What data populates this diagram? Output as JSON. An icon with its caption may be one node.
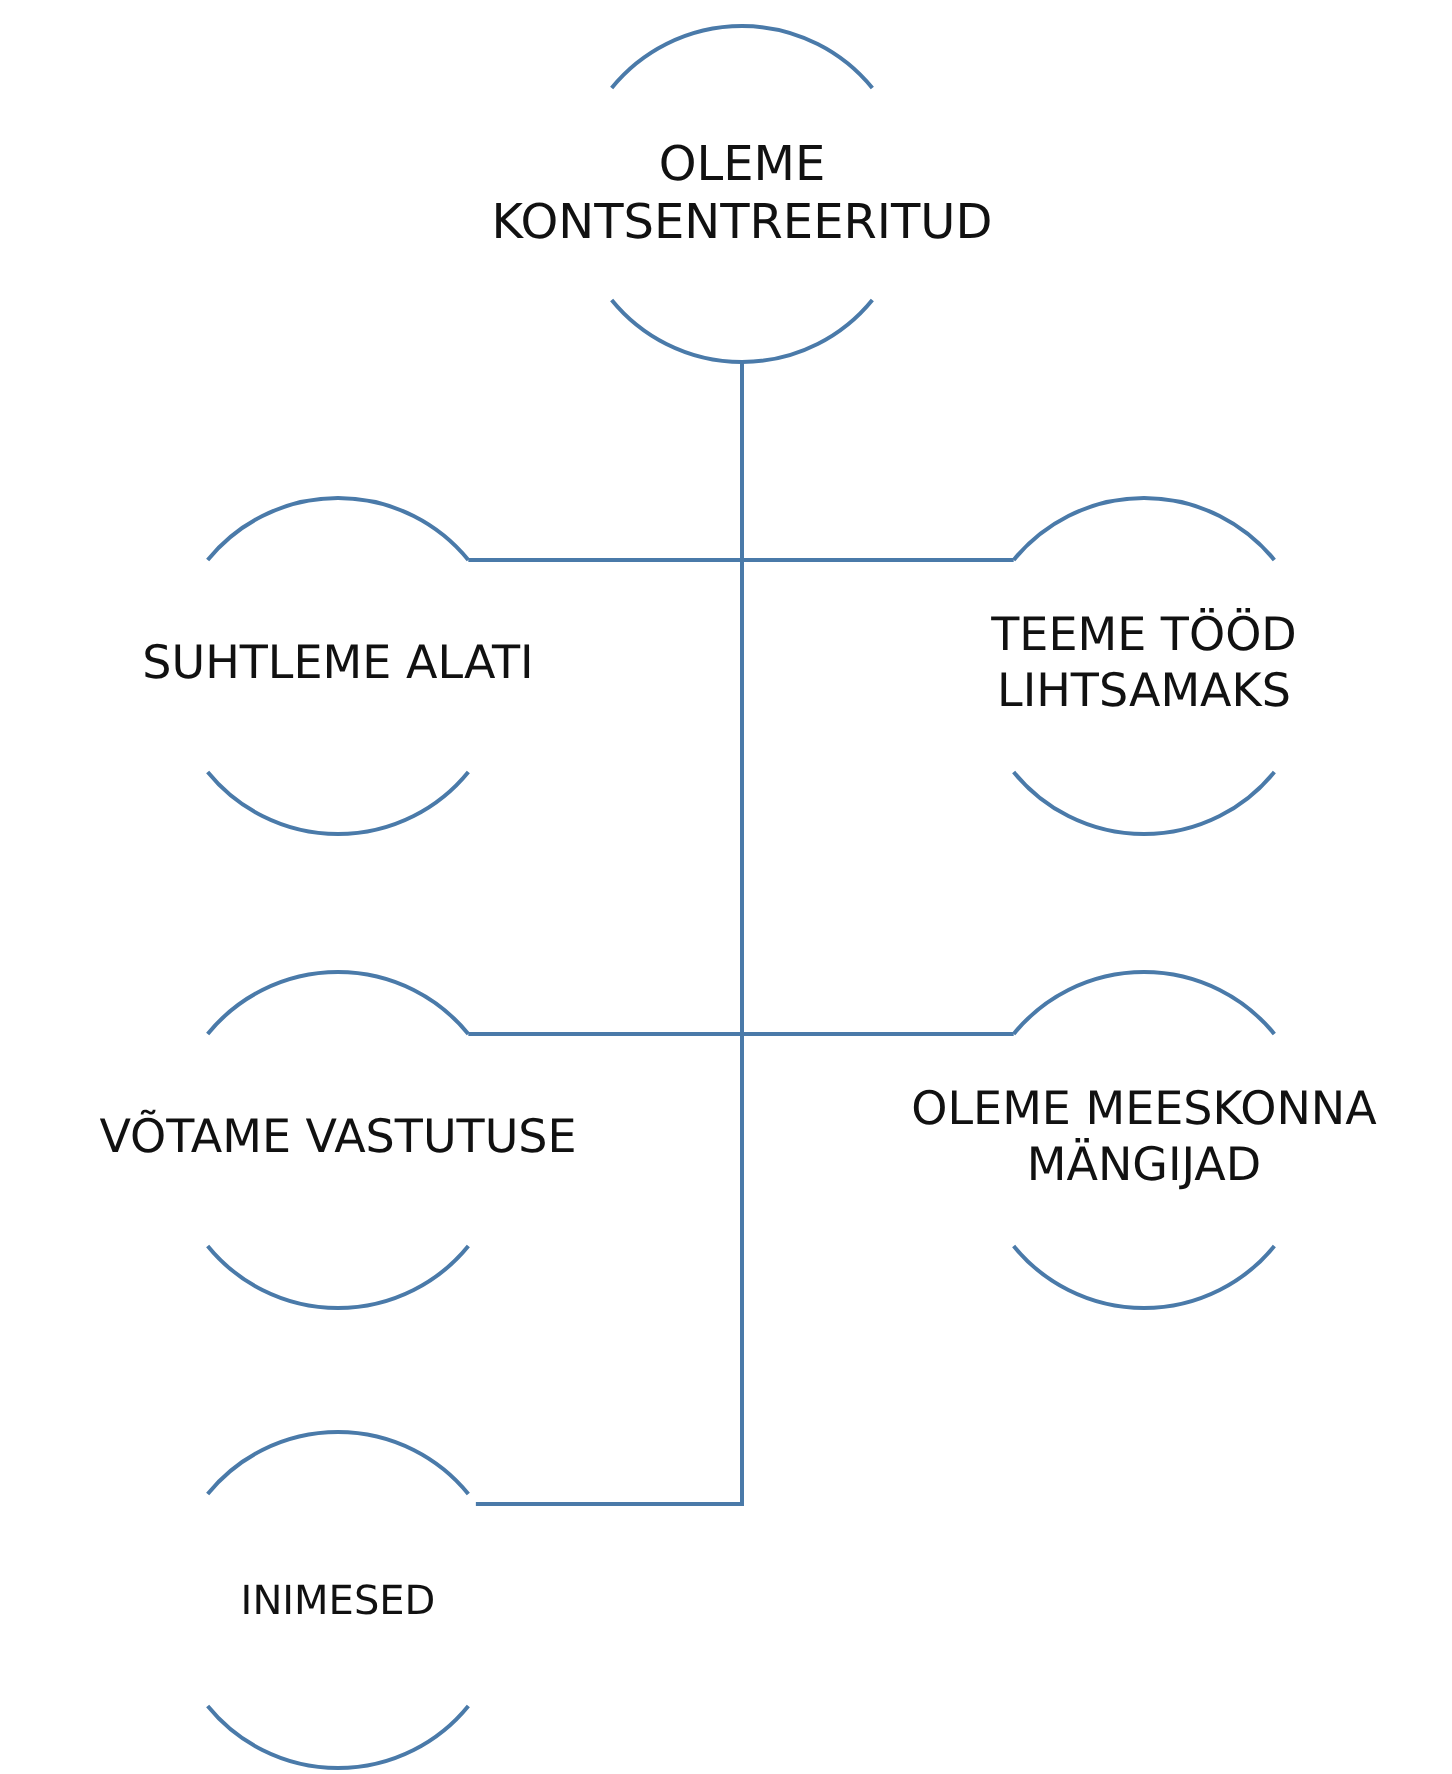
{
  "diagram": {
    "nodes": [
      {
        "text": [
          "OLEME KONTSENTREERITUD"
        ]
      },
      {
        "text": [
          "SUHTLEME ALATI"
        ]
      },
      {
        "text": [
          "TEEME TÖÖD LIHTSAMAKS"
        ]
      },
      {
        "text": [
          "VÕTAME VASTUTUSE"
        ]
      },
      {
        "text": [
          "OLEME MEESKONNA MÄNGIJAD"
        ]
      },
      {
        "text": [
          "INIMESED"
        ]
      }
    ],
    "edges": [
      {
        "from": 0,
        "to": 1,
        "arrow": "none"
      },
      {
        "from": 0,
        "to": 2,
        "arrow": "none"
      },
      {
        "from": 0,
        "to": 3,
        "arrow": "none"
      },
      {
        "from": 0,
        "to": 4,
        "arrow": "none"
      },
      {
        "from": 0,
        "to": 5,
        "arrow": "none"
      }
    ]
  }
}
